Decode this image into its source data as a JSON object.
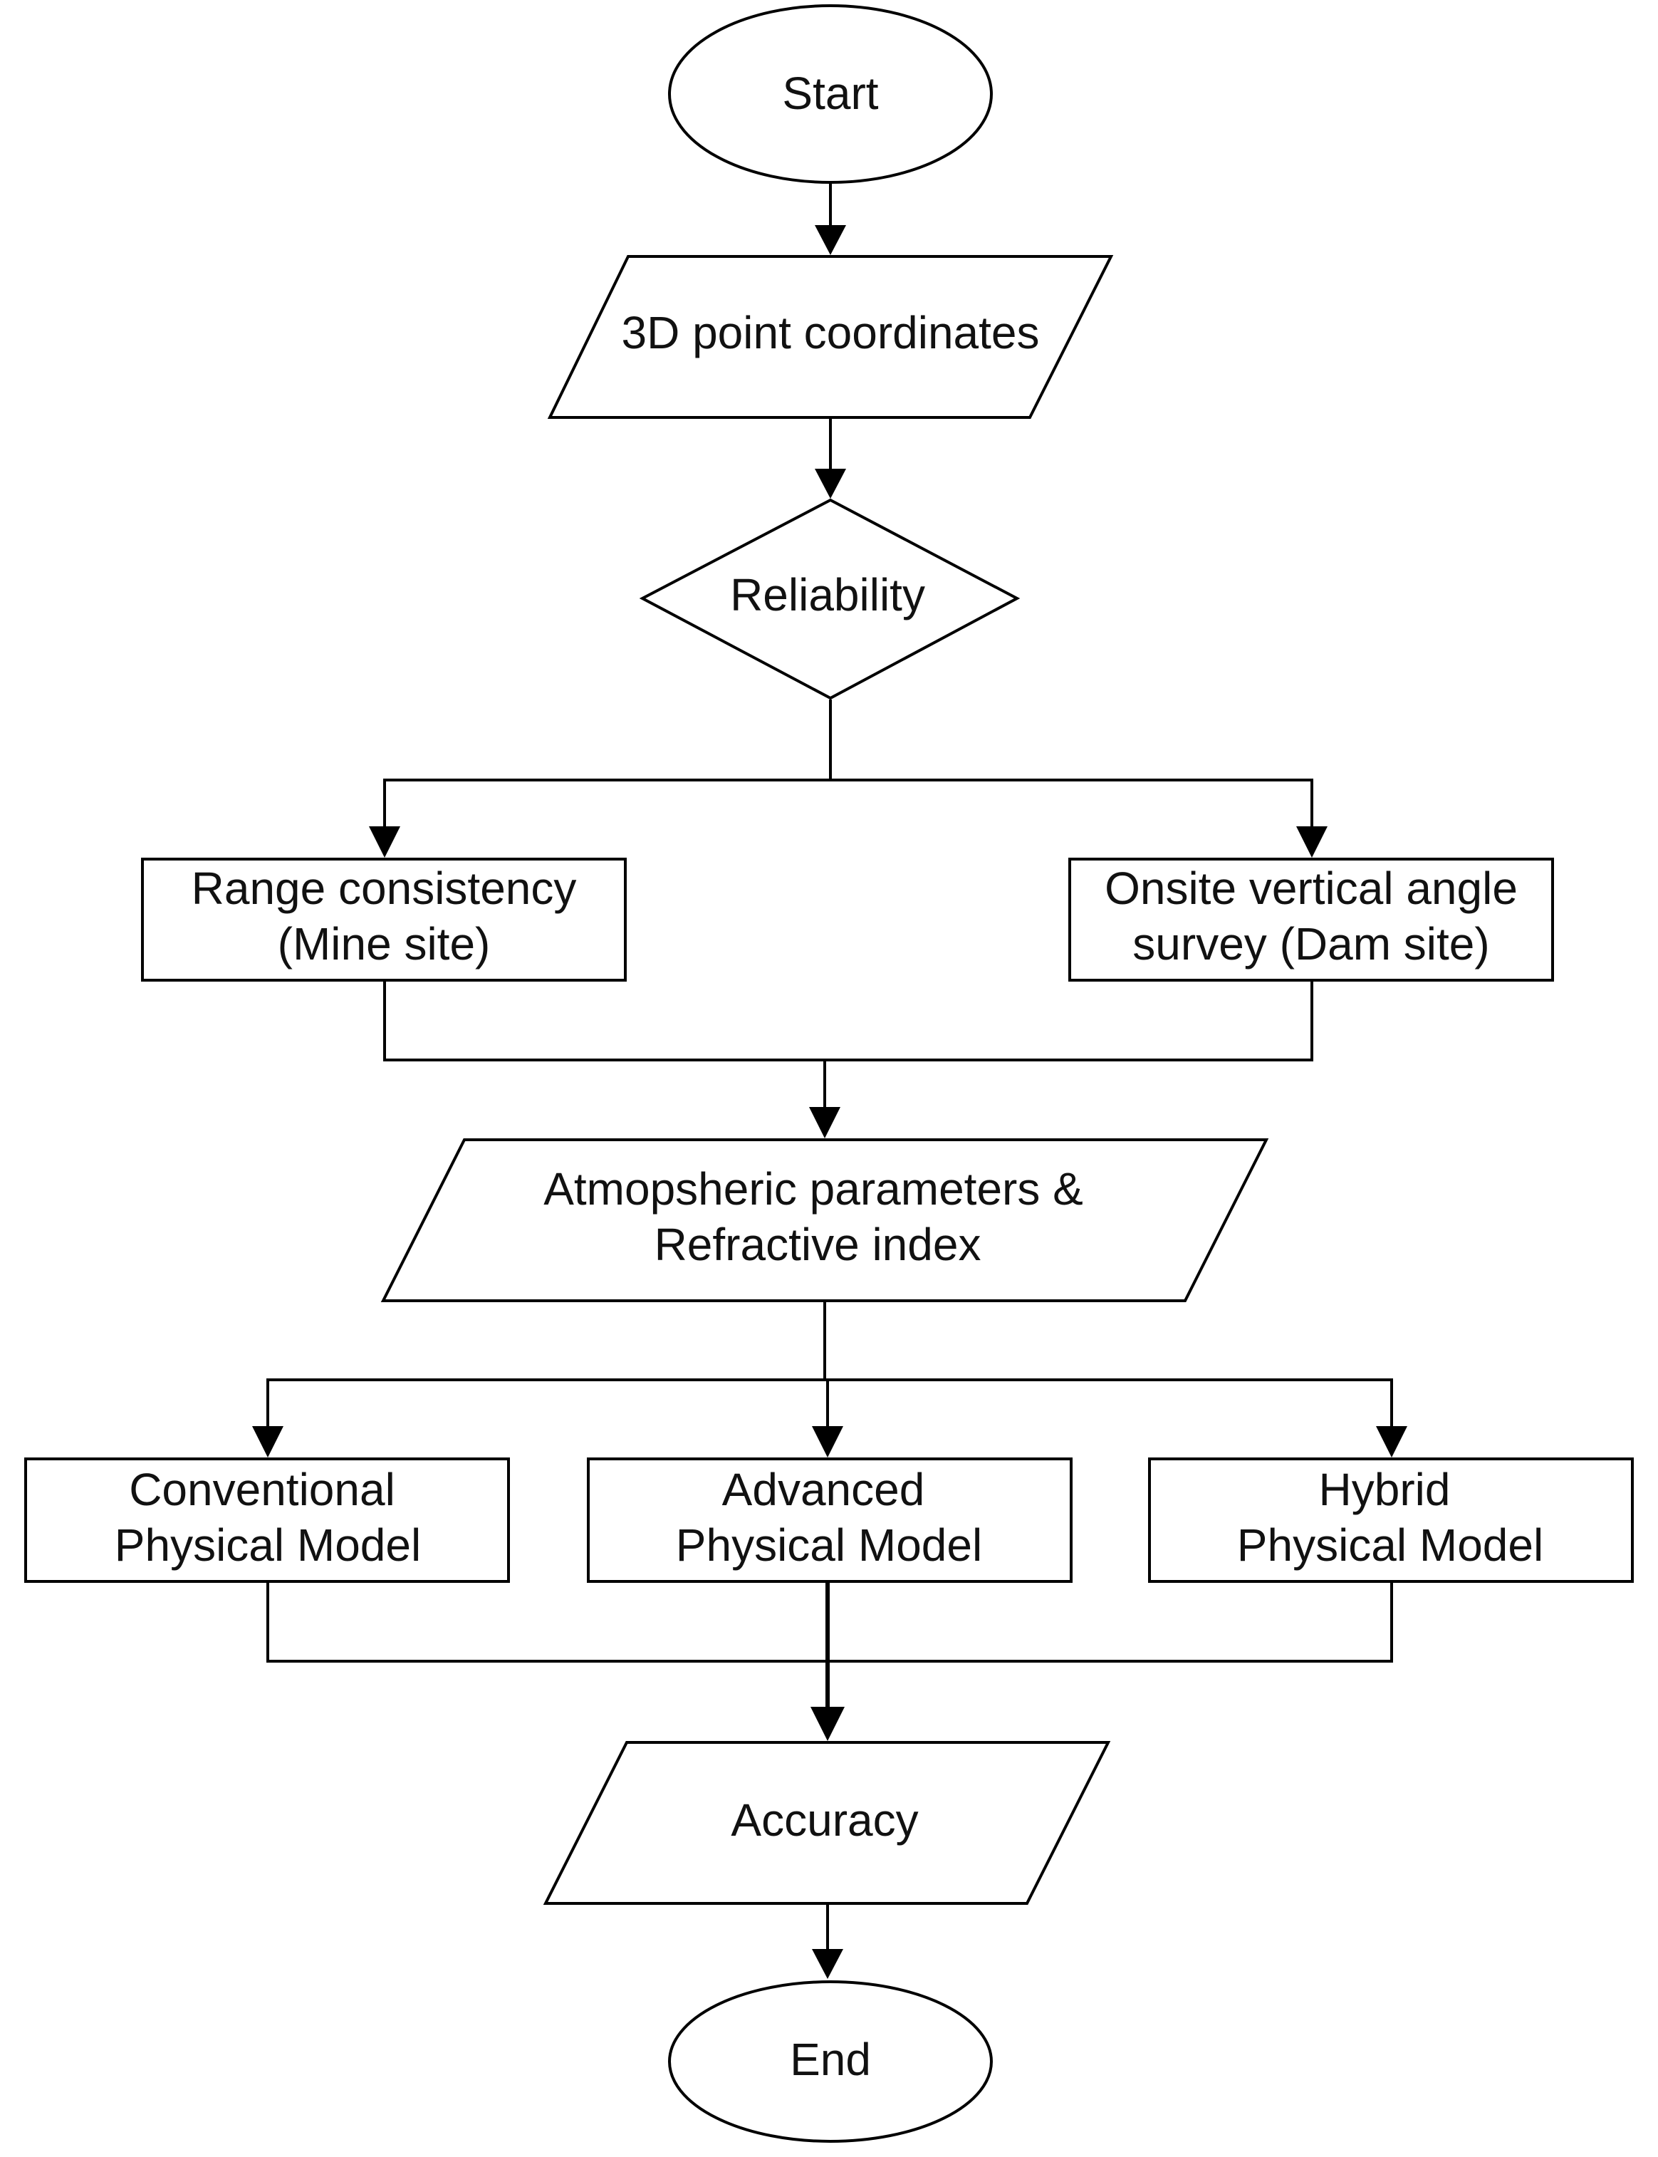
{
  "nodes": {
    "start": {
      "label": "Start"
    },
    "point_coordinates": {
      "label": "3D point coordinates"
    },
    "reliability": {
      "label": "Reliability"
    },
    "range_consistency": {
      "line1": "Range consistency",
      "line2": "(Mine site)"
    },
    "vertical_angle_survey": {
      "line1": "Onsite vertical angle",
      "line2": "survey (Dam site)"
    },
    "atmospheric_parameters": {
      "line1": "Atmopsheric parameters &",
      "line2": "Refractive index"
    },
    "conventional_model": {
      "line1": "Conventional",
      "line2": "Physical Model"
    },
    "advanced_model": {
      "line1": "Advanced",
      "line2": "Physical Model"
    },
    "hybrid_model": {
      "line1": "Hybrid",
      "line2": "Physical Model"
    },
    "accuracy": {
      "label": "Accuracy"
    },
    "end": {
      "label": "End"
    }
  }
}
